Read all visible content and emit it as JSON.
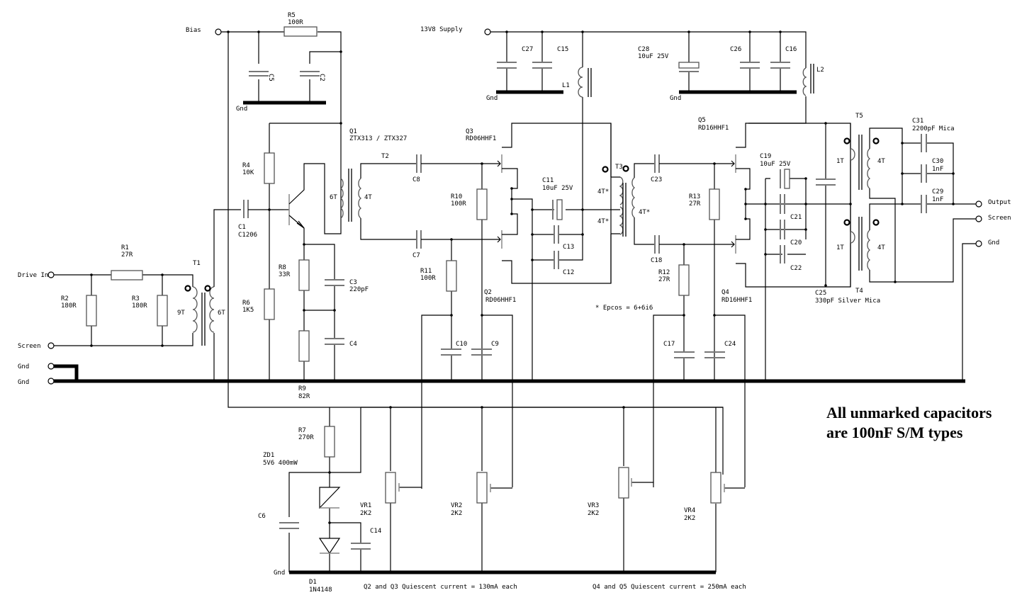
{
  "terminals": {
    "bias": "Bias",
    "supply": "13V8 Supply",
    "drive_in": "Drive In",
    "screen_in": "Screen",
    "gnd_in_1": "Gnd",
    "gnd_in_2": "Gnd",
    "output": "Output",
    "screen_out": "Screen",
    "gnd_out": "Gnd"
  },
  "gnd_labels": {
    "bias_gnd": "Gnd",
    "supply_gnd_1": "Gnd",
    "supply_gnd_2": "Gnd",
    "bias_net_gnd": "Gnd"
  },
  "resistors": {
    "R1": {
      "ref": "R1",
      "value": "27R"
    },
    "R2": {
      "ref": "R2",
      "value": "180R"
    },
    "R3": {
      "ref": "R3",
      "value": "180R"
    },
    "R4": {
      "ref": "R4",
      "value": "10K"
    },
    "R5": {
      "ref": "R5",
      "value": "100R"
    },
    "R6": {
      "ref": "R6",
      "value": "1K5"
    },
    "R7": {
      "ref": "R7",
      "value": "270R"
    },
    "R8": {
      "ref": "R8",
      "value": "33R"
    },
    "R9": {
      "ref": "R9",
      "value": "82R"
    },
    "R10": {
      "ref": "R10",
      "value": "100R"
    },
    "R11": {
      "ref": "R11",
      "value": "100R"
    },
    "R12": {
      "ref": "R12",
      "value": "27R"
    },
    "R13": {
      "ref": "R13",
      "value": "27R"
    }
  },
  "capacitors": {
    "C1": {
      "ref": "C1",
      "value": "C1206"
    },
    "C2": {
      "ref": "C2",
      "value": ""
    },
    "C3": {
      "ref": "C3",
      "value": "220pF"
    },
    "C4": {
      "ref": "C4",
      "value": ""
    },
    "C5": {
      "ref": "C5",
      "value": ""
    },
    "C6": {
      "ref": "C6",
      "value": ""
    },
    "C7": {
      "ref": "C7",
      "value": ""
    },
    "C8": {
      "ref": "C8",
      "value": ""
    },
    "C9": {
      "ref": "C9",
      "value": ""
    },
    "C10": {
      "ref": "C10",
      "value": ""
    },
    "C11": {
      "ref": "C11",
      "value": "10uF 25V"
    },
    "C12": {
      "ref": "C12",
      "value": ""
    },
    "C13": {
      "ref": "C13",
      "value": ""
    },
    "C14": {
      "ref": "C14",
      "value": ""
    },
    "C15": {
      "ref": "C15",
      "value": ""
    },
    "C16": {
      "ref": "C16",
      "value": ""
    },
    "C17": {
      "ref": "C17",
      "value": ""
    },
    "C18": {
      "ref": "C18",
      "value": ""
    },
    "C19": {
      "ref": "C19",
      "value": "10uF 25V"
    },
    "C20": {
      "ref": "C20",
      "value": ""
    },
    "C21": {
      "ref": "C21",
      "value": ""
    },
    "C22": {
      "ref": "C22",
      "value": ""
    },
    "C23": {
      "ref": "C23",
      "value": ""
    },
    "C24": {
      "ref": "C24",
      "value": ""
    },
    "C25": {
      "ref": "C25",
      "value": "330pF Silver Mica"
    },
    "C26": {
      "ref": "C26",
      "value": ""
    },
    "C27": {
      "ref": "C27",
      "value": ""
    },
    "C28": {
      "ref": "C28",
      "value": "10uF 25V"
    },
    "C29": {
      "ref": "C29",
      "value": "1nF"
    },
    "C30": {
      "ref": "C30",
      "value": "1nF"
    },
    "C31": {
      "ref": "C31",
      "value": "2200pF Mica"
    }
  },
  "transistors": {
    "Q1": {
      "ref": "Q1",
      "value": "ZTX313 / ZTX327"
    },
    "Q2": {
      "ref": "Q2",
      "value": "RD06HHF1"
    },
    "Q3": {
      "ref": "Q3",
      "value": "RD06HHF1"
    },
    "Q4": {
      "ref": "Q4",
      "value": "RD16HHF1"
    },
    "Q5": {
      "ref": "Q5",
      "value": "RD16HHF1"
    }
  },
  "inductors": {
    "L1": "L1",
    "L2": "L2"
  },
  "transformers": {
    "T1": {
      "ref": "T1",
      "primary": "9T",
      "secondary": "6T"
    },
    "T2": {
      "ref": "T2",
      "primary": "6T",
      "secondary": "4T"
    },
    "T3": {
      "ref": "T3",
      "primary_a": "4T*",
      "primary_b": "4T*",
      "secondary": "4T*"
    },
    "T4": {
      "ref": "T4",
      "primary": "1T",
      "secondary": "4T"
    },
    "T5": {
      "ref": "T5",
      "primary": "1T",
      "secondary": "4T"
    }
  },
  "diodes": {
    "ZD1": {
      "ref": "ZD1",
      "value": "5V6 400mW"
    },
    "D1": {
      "ref": "D1",
      "value": "1N4148"
    }
  },
  "pots": {
    "VR1": {
      "ref": "VR1",
      "value": "2K2"
    },
    "VR2": {
      "ref": "VR2",
      "value": "2K2"
    },
    "VR3": {
      "ref": "VR3",
      "value": "2K2"
    },
    "VR4": {
      "ref": "VR4",
      "value": "2K2"
    }
  },
  "notes": {
    "epcos": "* Epcos = 6+6i6",
    "quiescent_q2_q3": "Q2 and Q3 Quiescent current = 130mA each",
    "quiescent_q4_q5": "Q4 and Q5 Quiescent current = 250mA each",
    "caps_line1": "All unmarked capacitors",
    "caps_line2": "are 100nF S/M types"
  }
}
